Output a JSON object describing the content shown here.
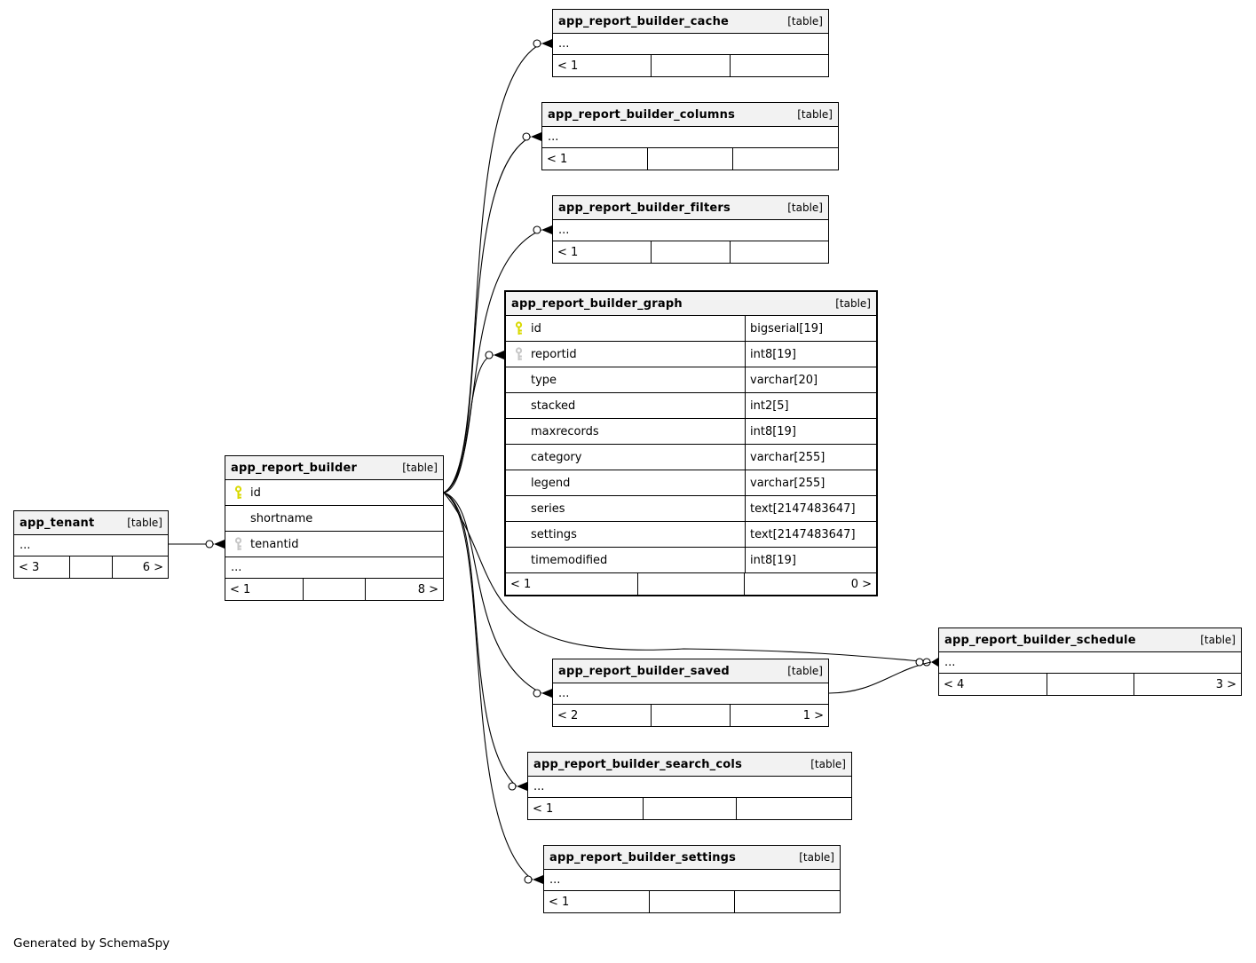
{
  "page": {
    "generator_note": "Generated by SchemaSpy"
  },
  "colors": {
    "pk_key": "#d9d900",
    "fk_key": "#c6c6c6",
    "header_bg": "#f2f2f2",
    "edge": "#000000"
  },
  "tables": {
    "tenant": {
      "title": "app_tenant",
      "tag": "[table]",
      "ellipsis": "...",
      "degrees": {
        "in": "< 3",
        "mid": "",
        "out": "6 >"
      }
    },
    "builder": {
      "title": "app_report_builder",
      "tag": "[table]",
      "columns": [
        {
          "name": "id",
          "key": "pk"
        },
        {
          "name": "shortname",
          "key": ""
        },
        {
          "name": "tenantid",
          "key": "fk"
        }
      ],
      "ellipsis": "...",
      "degrees": {
        "in": "< 1",
        "mid": "",
        "out": "8 >"
      }
    },
    "cache": {
      "title": "app_report_builder_cache",
      "tag": "[table]",
      "ellipsis": "...",
      "degrees": {
        "in": "< 1",
        "mid": "",
        "out": ""
      }
    },
    "columns": {
      "title": "app_report_builder_columns",
      "tag": "[table]",
      "ellipsis": "...",
      "degrees": {
        "in": "< 1",
        "mid": "",
        "out": ""
      }
    },
    "filters": {
      "title": "app_report_builder_filters",
      "tag": "[table]",
      "ellipsis": "...",
      "degrees": {
        "in": "< 1",
        "mid": "",
        "out": ""
      }
    },
    "graph": {
      "title": "app_report_builder_graph",
      "tag": "[table]",
      "columns": [
        {
          "name": "id",
          "type": "bigserial[19]",
          "key": "pk"
        },
        {
          "name": "reportid",
          "type": "int8[19]",
          "key": "fk"
        },
        {
          "name": "type",
          "type": "varchar[20]",
          "key": ""
        },
        {
          "name": "stacked",
          "type": "int2[5]",
          "key": ""
        },
        {
          "name": "maxrecords",
          "type": "int8[19]",
          "key": ""
        },
        {
          "name": "category",
          "type": "varchar[255]",
          "key": ""
        },
        {
          "name": "legend",
          "type": "varchar[255]",
          "key": ""
        },
        {
          "name": "series",
          "type": "text[2147483647]",
          "key": ""
        },
        {
          "name": "settings",
          "type": "text[2147483647]",
          "key": ""
        },
        {
          "name": "timemodified",
          "type": "int8[19]",
          "key": ""
        }
      ],
      "degrees": {
        "in": "< 1",
        "mid": "",
        "out": "0 >"
      }
    },
    "schedule": {
      "title": "app_report_builder_schedule",
      "tag": "[table]",
      "ellipsis": "...",
      "degrees": {
        "in": "< 4",
        "mid": "",
        "out": "3 >"
      }
    },
    "saved": {
      "title": "app_report_builder_saved",
      "tag": "[table]",
      "ellipsis": "...",
      "degrees": {
        "in": "< 2",
        "mid": "",
        "out": "1 >"
      }
    },
    "search_cols": {
      "title": "app_report_builder_search_cols",
      "tag": "[table]",
      "ellipsis": "...",
      "degrees": {
        "in": "< 1",
        "mid": "",
        "out": ""
      }
    },
    "settings": {
      "title": "app_report_builder_settings",
      "tag": "[table]",
      "ellipsis": "...",
      "degrees": {
        "in": "< 1",
        "mid": "",
        "out": ""
      }
    }
  },
  "relationships": [
    {
      "from": "app_tenant",
      "to": "app_report_builder.tenantid"
    },
    {
      "from": "app_report_builder.id",
      "to": "app_report_builder_cache"
    },
    {
      "from": "app_report_builder.id",
      "to": "app_report_builder_columns"
    },
    {
      "from": "app_report_builder.id",
      "to": "app_report_builder_filters"
    },
    {
      "from": "app_report_builder.id",
      "to": "app_report_builder_graph.reportid"
    },
    {
      "from": "app_report_builder.id",
      "to": "app_report_builder_saved"
    },
    {
      "from": "app_report_builder.id",
      "to": "app_report_builder_schedule"
    },
    {
      "from": "app_report_builder.id",
      "to": "app_report_builder_search_cols"
    },
    {
      "from": "app_report_builder.id",
      "to": "app_report_builder_settings"
    },
    {
      "from": "app_report_builder_saved",
      "to": "app_report_builder_schedule"
    }
  ]
}
